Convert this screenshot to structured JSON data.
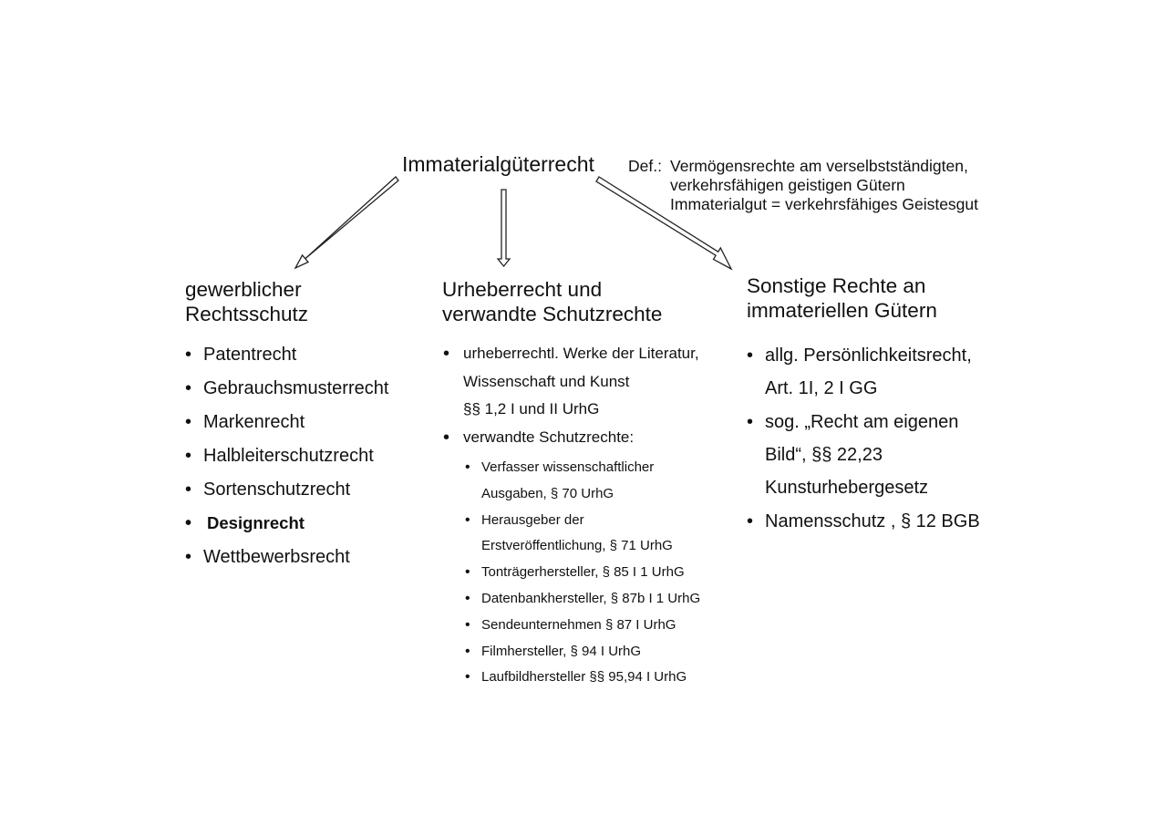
{
  "root": {
    "title": "Immaterialgüterrecht"
  },
  "definition": {
    "label": "Def.:",
    "lines": [
      "Vermögensrechte am verselbstständigten,",
      "verkehrsfähigen geistigen Gütern",
      "Immaterialgut = verkehrsfähiges Geistesgut"
    ]
  },
  "columns": [
    {
      "title_lines": [
        "gewerblicher",
        "Rechtsschutz"
      ],
      "items": [
        {
          "label": "Patentrecht"
        },
        {
          "label": "Gebrauchsmusterrecht"
        },
        {
          "label": "Markenrecht"
        },
        {
          "label": "Halbleiterschutzrecht"
        },
        {
          "label": "Sortenschutzrecht"
        },
        {
          "label": "Designrecht"
        },
        {
          "label": "Wettbewerbsrecht"
        }
      ]
    },
    {
      "title_lines": [
        "Urheberrecht und",
        "verwandte Schutzrechte"
      ],
      "items": [
        {
          "lines": [
            "urheberrechtl. Werke der Literatur,",
            "Wissenschaft und Kunst",
            "§§ 1,2 I und II UrhG"
          ]
        },
        {
          "lines": [
            "verwandte Schutzrechte:"
          ]
        }
      ],
      "sub_items": [
        {
          "lines": [
            "Verfasser wissenschaftlicher",
            "Ausgaben, § 70 UrhG"
          ]
        },
        {
          "lines": [
            "Herausgeber der",
            "Erstveröffentlichung, § 71 UrhG"
          ]
        },
        {
          "lines": [
            "Tonträgerhersteller, § 85 I 1 UrhG"
          ]
        },
        {
          "lines": [
            "Datenbankhersteller, § 87b I 1 UrhG"
          ]
        },
        {
          "lines": [
            "Sendeunternehmen § 87 I UrhG"
          ]
        },
        {
          "lines": [
            "Filmhersteller, § 94 I UrhG"
          ]
        },
        {
          "lines": [
            "Laufbildhersteller §§ 95,94 I UrhG"
          ]
        }
      ]
    },
    {
      "title_lines": [
        "Sonstige Rechte an",
        "immateriellen Gütern"
      ],
      "items": [
        {
          "lines": [
            "allg. Persönlichkeitsrecht,",
            "Art. 1I, 2 I GG"
          ]
        },
        {
          "lines": [
            "sog. „Recht am eigenen",
            "Bild“, §§ 22,23",
            "Kunsturhebergesetz"
          ]
        },
        {
          "lines": [
            "Namensschutz , § 12 BGB"
          ]
        }
      ]
    }
  ],
  "colors": {
    "text": "#111111",
    "background": "#ffffff",
    "arrow_stroke": "#222222"
  }
}
